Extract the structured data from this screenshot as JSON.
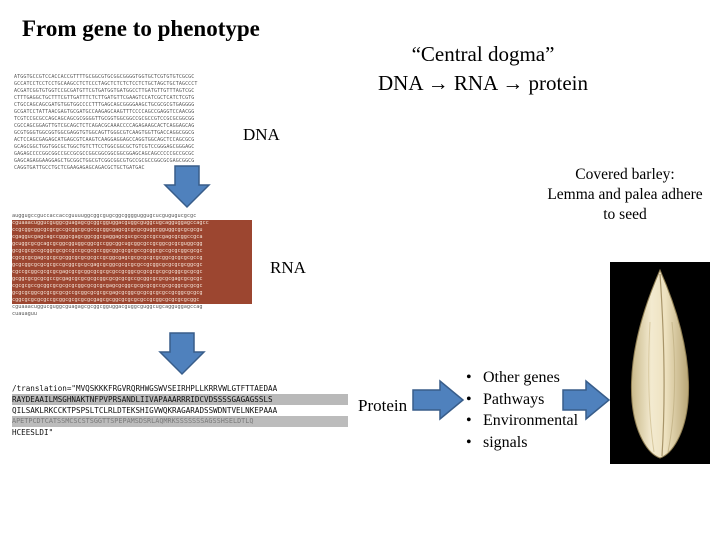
{
  "slide": {
    "title": "From gene to phenotype",
    "dogma": {
      "line1": "“Central dogma”",
      "line2": "DNA → RNA → protein"
    },
    "labels": {
      "dna": "DNA",
      "rna": "RNA",
      "protein": "Protein"
    },
    "barley_caption": [
      "Covered barley:",
      "Lemma and palea adhere",
      "to seed"
    ],
    "factors": [
      "Other genes",
      "Pathways",
      "Environmental",
      "signals"
    ]
  },
  "sequences": {
    "dna_rows": [
      "ATGGTGCCGTCCACCACCGTTTTGCGGCGTGCGGCGGGGTGGTGCTCGTGTGTCGCGC",
      "GCCATCCTCCTCCTGCAAGCCTCTCCCTAGCTCTCTCTCCTCTGCTAGCTGCTAGCCCT",
      "ACGATCGGTGTGGTCCGCGATGTTCGTGATGGTGATGGCCTTGATGTTGTTTAGTCGC",
      "CTTTGAGGCTGCTTTCGTTGATTTCTCTTGATGTTCGAAGTCCATCGCTCATCTCGTG",
      "CTGCCAGCAGCGATGTGGTGGCCCCTTTGAGCAGCGGGGAAGCTGCGCGCGTGAGGGG",
      "GCGATCCTATTAACGAGTGCGATGCCAAGAGCAAGTTTCCCCAGCCGAGGTCCAACGG",
      "TCGTCCGCGCCAGCAGCAGCGCGGGGTTGCGGTGGCGGCCGCGCCGTCCGCGCGGCGG",
      "CGCCAGCGGAGTTGTCGCAGCTCTCAGACGCAAACCCCAGAGAAGCACTCAGGAGCAG",
      "GCGTGGGTGGCGGTGGCGAGGTGTGGCAGTTGGGCGTCAAGTGGTTGACCAGGCGGCG",
      "ACTCCAGCGAGAGCATGAGCGTCAAGTCAAGGAGGAGCCAGGTGGCAGCTCCAGCGCG",
      "GCAGCGGCTGGTGGCGCTGGCTGTCTTCCTGGCGGCGCTGTCGTCCGGGAGCGGGAGC",
      "GAGAGCCCCGGCGGCCGCCGCGCCGGCGGCGGCGGCGGAGCAGCAGCCCCCGCCGCGC",
      "GAGCAGAGGAAGGAGCTGCGGCTGGCGTCGGCGGCGTGCCGCGCCGGCGCGAGCGGCG",
      "CAGGTGATTGCCTGCTCGAAGAGAGCAGACGCTGCTGATGAC"
    ],
    "rna_rows": [
      {
        "cls": "plain",
        "text": "auggugccguccaccaccguuuuggcggcgugcggcgggguggugcucgugugucgcgc"
      },
      {
        "cls": "hl",
        "text": "cguaaacuggucguggcguagagcgcggcgguggacguggcguggcugcagguggagccagcc"
      },
      {
        "cls": "hl",
        "text": "ccgcggcggcgcgcgccgcggcgcgccgcggcgagcgcgcgcguggcgguggcgcgcgcgu"
      },
      {
        "cls": "hl",
        "text": "cgaggucgagcagccgggcgagcggcggcgaggagcgucgccgccgccgagcgcggccgca"
      },
      {
        "cls": "hl",
        "text": "gcuggcgcgcagcgcggcgguggcggcgccggcggcugcggcgccgcggcgcgcguggcgg"
      },
      {
        "cls": "hl",
        "text": "gcgcgcgccgcggcgcgccgccgcgcgccggcggcgcgcgccgcggcgccgcgcggcgcgc"
      },
      {
        "cls": "hl",
        "text": "cgcgcgcgagcgcgcgcggcgcgcgcgccgcggcgagcgcgcgcgcgcggcgcgcgcgccg"
      },
      {
        "cls": "hl",
        "text": "gcgcggcgcgcgcgccgcggcgcgcgagcgcggcgcgcgcgccgcggcgcgcgcgcggcgc"
      },
      {
        "cls": "hl",
        "text": "cgccgcggcgcgcgcgagcgcgcggcgcgcgcgccgcggcgcgcgcgcgcgcggcgcgcgc"
      },
      {
        "cls": "hl",
        "text": "gcggcgcgcgcgccgcgagcgcgcgcgcggcgcgcgcgccgcggcgcgcgcgagcgcgcgc"
      },
      {
        "cls": "hl",
        "text": "cgcgcgccgcggcgcgcgcgcggcgcgcgcgagcgcggcgcgcgcgccgcgcggcgcgcgc"
      },
      {
        "cls": "hl",
        "text": "gcgcgcggcgcgcgcgcgccgcggcgcgcgcgagcgcggcgcgcgcgcgccgcggcgcgcg"
      },
      {
        "cls": "hl",
        "text": "cggcgcgcgcgccgcggcgcgcgcgcgagcgcggcgcgcgcgccgcggcgcgcgcgcggc"
      },
      {
        "cls": "plain",
        "text": "cguaaacuggucguggcguagagcgcggcgguggacguggcguggcugcagguggagccag"
      },
      {
        "cls": "plain",
        "text": "cuauaguu"
      }
    ],
    "protein_rows": [
      {
        "cls": "plain",
        "text": "/translation=\"MVQSKKKFRGVRQRHWGSWVSEIRHPLLKRRVWLGTFTTAEDAA"
      },
      {
        "cls": "hl",
        "text": "RAYDEAAILMSGHNAKTNFPVPRSANDLIIVAPAAARRRIDCVDSSSSGAGAGSSLS"
      },
      {
        "cls": "plain",
        "text": "QILSAKLRKCCKTPSPSLTCLRLDTEKSHIGVWQKRAGARADSSWDNTVELNKEPAAA"
      },
      {
        "cls": "hl2",
        "text": "APETPCDTCATSSMCSCSTSGGTTSPEPAMSDSRLAQMRKSSSSSSSAGSSHSELDTLQ"
      },
      {
        "cls": "plain",
        "text": "HCEESLDI\""
      }
    ]
  },
  "colors": {
    "arrow_fill": "#4f81bd",
    "arrow_stroke": "#385d8a",
    "rna_highlight": "#9c4630",
    "protein_highlight": "#b9b9b9"
  },
  "icons": {
    "down_arrow_1": "down-arrow-icon",
    "down_arrow_2": "down-arrow-icon",
    "right_arrow_1": "right-arrow-icon",
    "right_arrow_2": "right-arrow-icon",
    "barley": "barley-grain-image"
  }
}
